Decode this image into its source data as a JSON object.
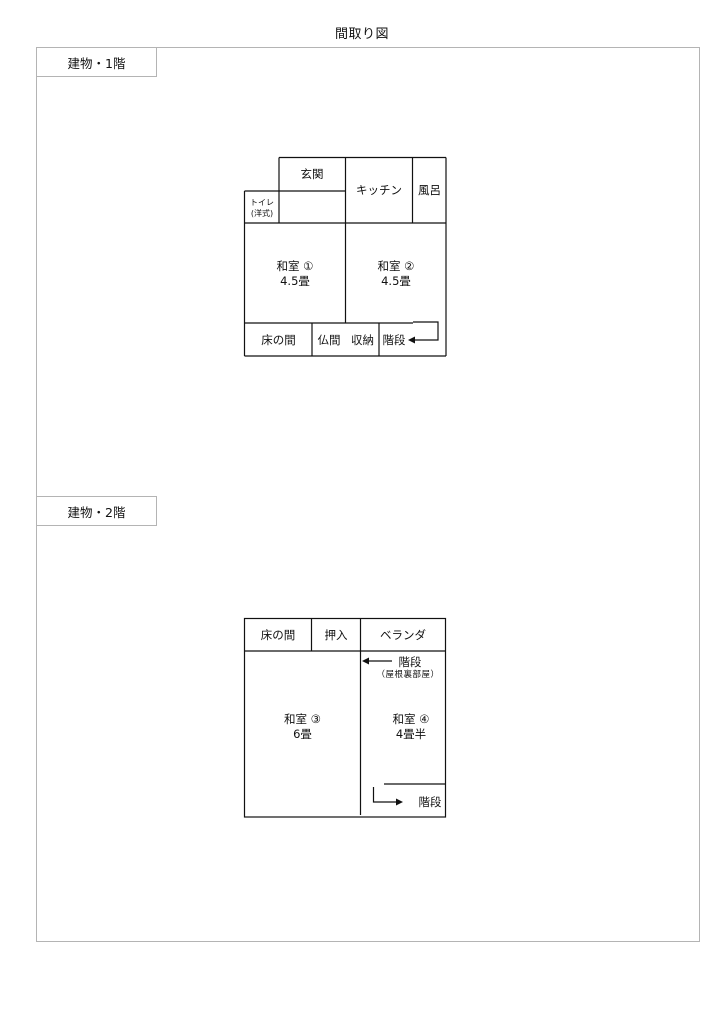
{
  "page": {
    "title": "間取り図"
  },
  "floors": [
    {
      "label": "建物・1階",
      "rooms": {
        "genkan": "玄関",
        "kitchen": "キッチン",
        "bath": "風呂",
        "toilet_line1": "トイレ",
        "toilet_line2": "(洋式)",
        "washitsu1_name": "和室 ①",
        "washitsu1_size": "4.5畳",
        "washitsu2_name": "和室 ②",
        "washitsu2_size": "4.5畳",
        "tokonoma": "床の間",
        "butsuma": "仏間",
        "shuno": "収納",
        "kaidan": "階段"
      }
    },
    {
      "label": "建物・2階",
      "rooms": {
        "tokonoma": "床の間",
        "oshiire": "押入",
        "veranda": "ベランダ",
        "kaidan_attic": "階段",
        "attic_note": "（屋根裏部屋）",
        "washitsu3_name": "和室 ③",
        "washitsu3_size": "6畳",
        "washitsu4_name": "和室 ④",
        "washitsu4_size": "4畳半",
        "kaidan_down": "階段"
      }
    }
  ],
  "colors": {
    "frame_border": "#b4b4b4",
    "plan_line": "#111111",
    "background": "#ffffff"
  }
}
